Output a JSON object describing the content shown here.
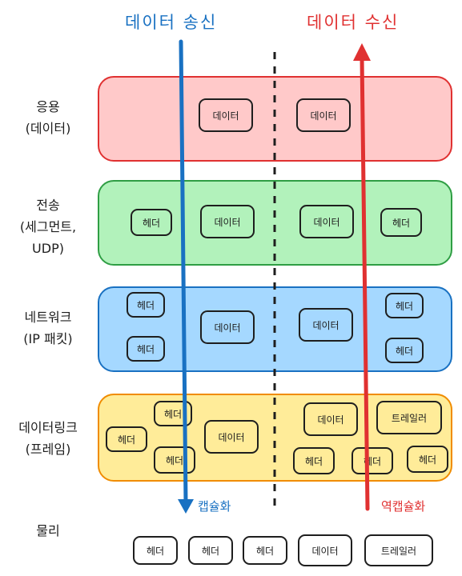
{
  "titles": {
    "send": "데이터 송신",
    "receive": "데이터 수신"
  },
  "layers": {
    "application": {
      "name": "응용",
      "unit": "(데이터)"
    },
    "transport": {
      "name": "전송",
      "unit": "(세그먼트,",
      "unit2": "UDP)"
    },
    "network": {
      "name": "네트워크",
      "unit": "(IP 패킷)"
    },
    "datalink": {
      "name": "데이터링크",
      "unit": "(프레임)"
    },
    "physical": {
      "name": "물리"
    }
  },
  "box_labels": {
    "data": "데이터",
    "header": "헤더",
    "trailer": "트레일러"
  },
  "captions": {
    "encapsulation": "캡슐화",
    "decapsulation": "역캡슐화"
  },
  "colors": {
    "send_arrow": "#1971c2",
    "receive_arrow": "#e03131",
    "application_fill": "#ffc9c9",
    "transport_fill": "#b2f2bb",
    "network_fill": "#a5d8ff",
    "datalink_fill": "#ffec99"
  }
}
